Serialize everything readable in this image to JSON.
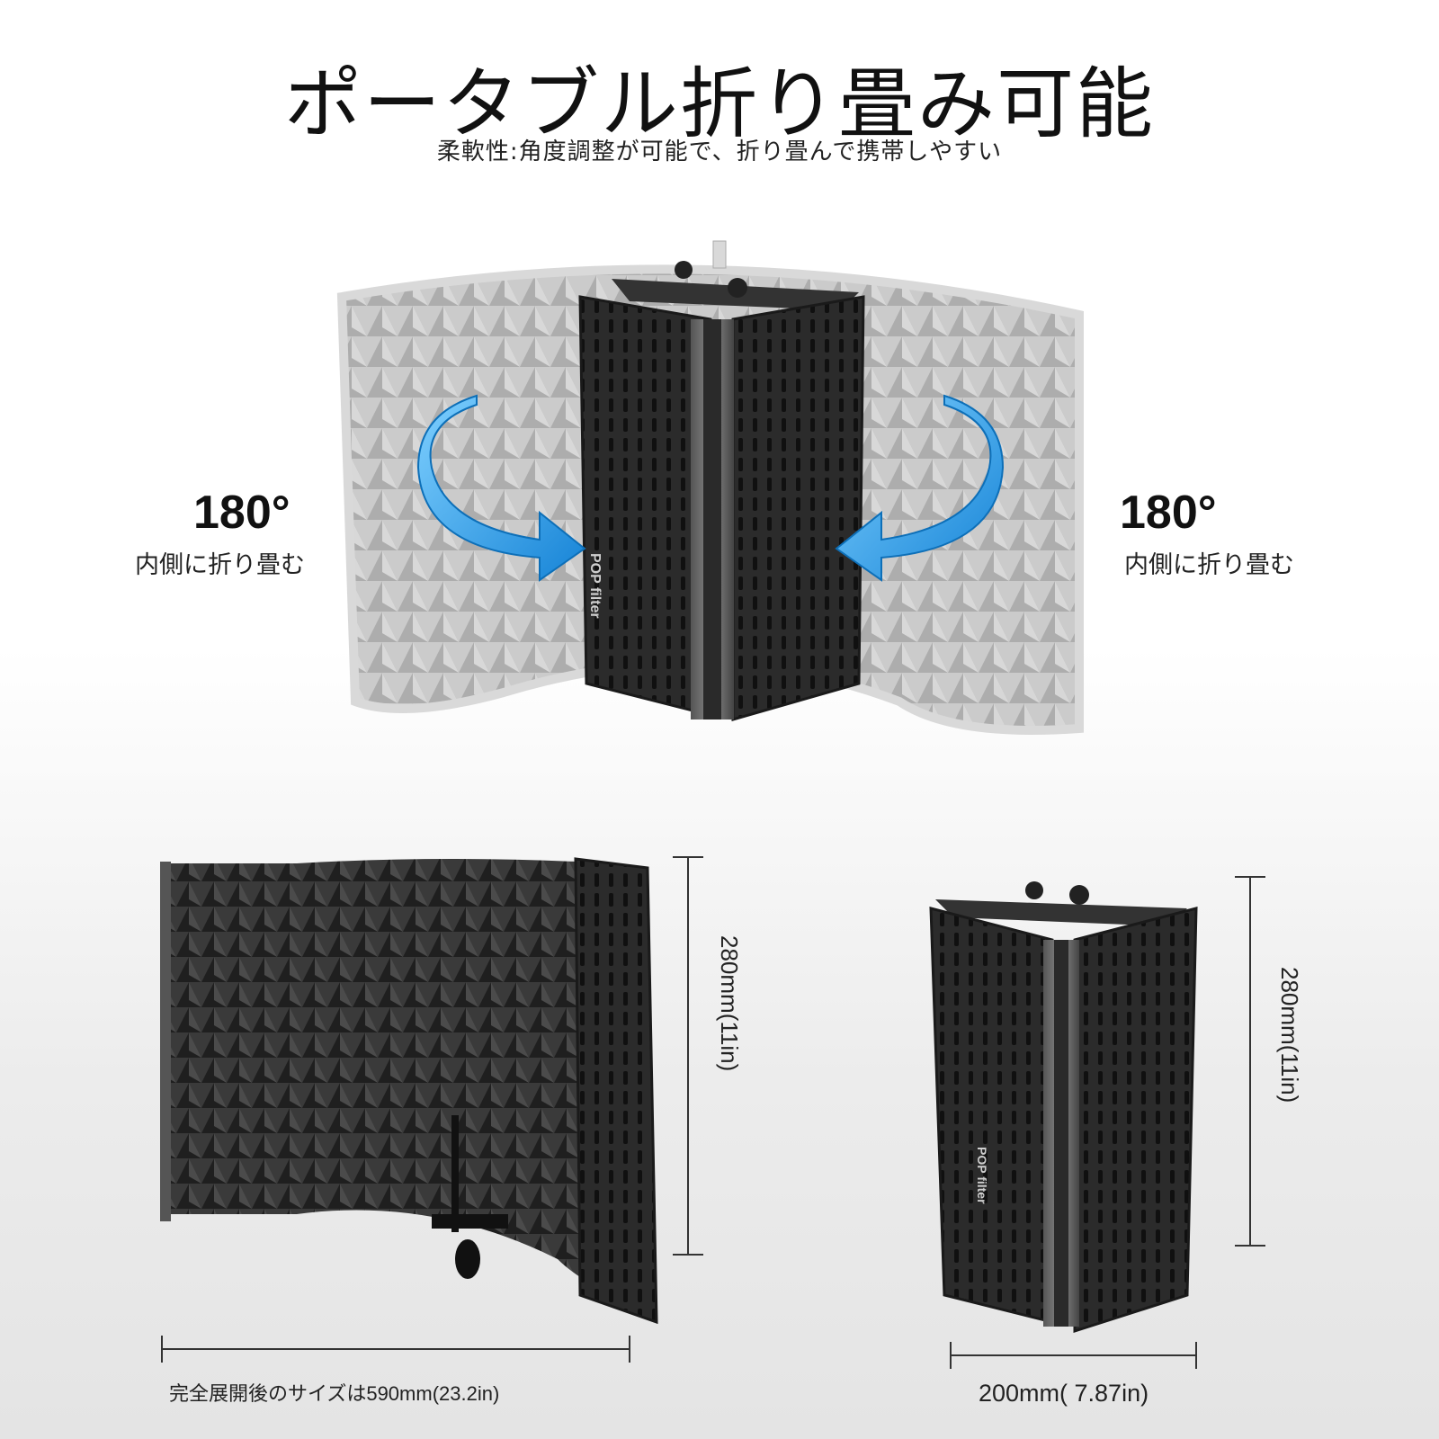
{
  "header": {
    "title": "ポータブル折り畳み可能",
    "subtitle": "柔軟性:角度調整が可能で、折り畳んで携帯しやすい"
  },
  "fold_left": {
    "angle": "180°",
    "label": "内側に折り畳む"
  },
  "fold_right": {
    "angle": "180°",
    "label": "内側に折り畳む"
  },
  "brand": {
    "logo_text": "POP filter"
  },
  "dimensions": {
    "unfolded_height": "280mm(11in)",
    "unfolded_width": "完全展開後のサイズは590mm(23.2in)",
    "folded_height": "280mm(11in)",
    "folded_width": "200mm( 7.87in)"
  },
  "colors": {
    "arrow_blue": "#1e9be6",
    "panel_dark": "#2a2a2a",
    "panel_ghost": "#bdbdbd"
  }
}
